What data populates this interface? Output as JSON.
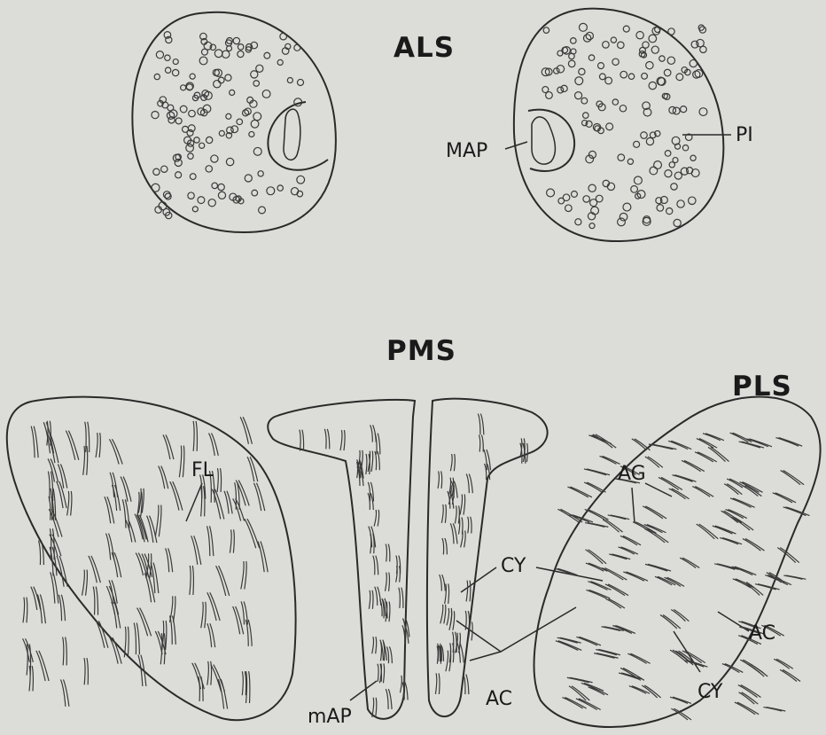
{
  "headings": {
    "als": "ALS",
    "pms": "PMS",
    "pls": "PLS"
  },
  "labels": {
    "map": "MAP",
    "pi": "PI",
    "fl": "FL",
    "ag": "AG",
    "cy_pms": "CY",
    "cy_pls": "CY",
    "ac_pms": "AC",
    "ac_pls": "AC",
    "map_minor": "mAP"
  }
}
